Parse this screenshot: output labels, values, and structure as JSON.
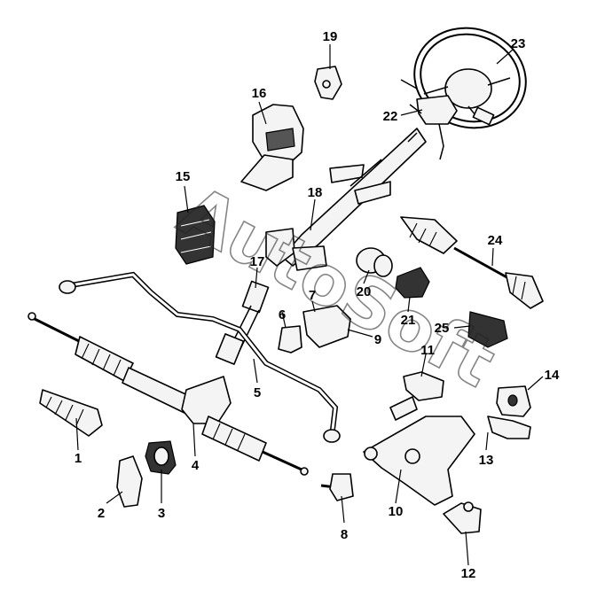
{
  "watermark": "AutoSoft",
  "callouts": [
    {
      "id": "c1",
      "label": "1"
    },
    {
      "id": "c2",
      "label": "2"
    },
    {
      "id": "c3",
      "label": "3"
    },
    {
      "id": "c4",
      "label": "4"
    },
    {
      "id": "c5",
      "label": "5"
    },
    {
      "id": "c6",
      "label": "6"
    },
    {
      "id": "c7",
      "label": "7"
    },
    {
      "id": "c8",
      "label": "8"
    },
    {
      "id": "c9",
      "label": "9"
    },
    {
      "id": "c10",
      "label": "10"
    },
    {
      "id": "c11",
      "label": "11"
    },
    {
      "id": "c12",
      "label": "12"
    },
    {
      "id": "c13",
      "label": "13"
    },
    {
      "id": "c14",
      "label": "14"
    },
    {
      "id": "c15",
      "label": "15"
    },
    {
      "id": "c16",
      "label": "16"
    },
    {
      "id": "c17",
      "label": "17"
    },
    {
      "id": "c18",
      "label": "18"
    },
    {
      "id": "c19",
      "label": "19"
    },
    {
      "id": "c20",
      "label": "20"
    },
    {
      "id": "c21",
      "label": "21"
    },
    {
      "id": "c22",
      "label": "22"
    },
    {
      "id": "c23",
      "label": "23"
    },
    {
      "id": "c24",
      "label": "24"
    },
    {
      "id": "c25",
      "label": "25"
    }
  ]
}
